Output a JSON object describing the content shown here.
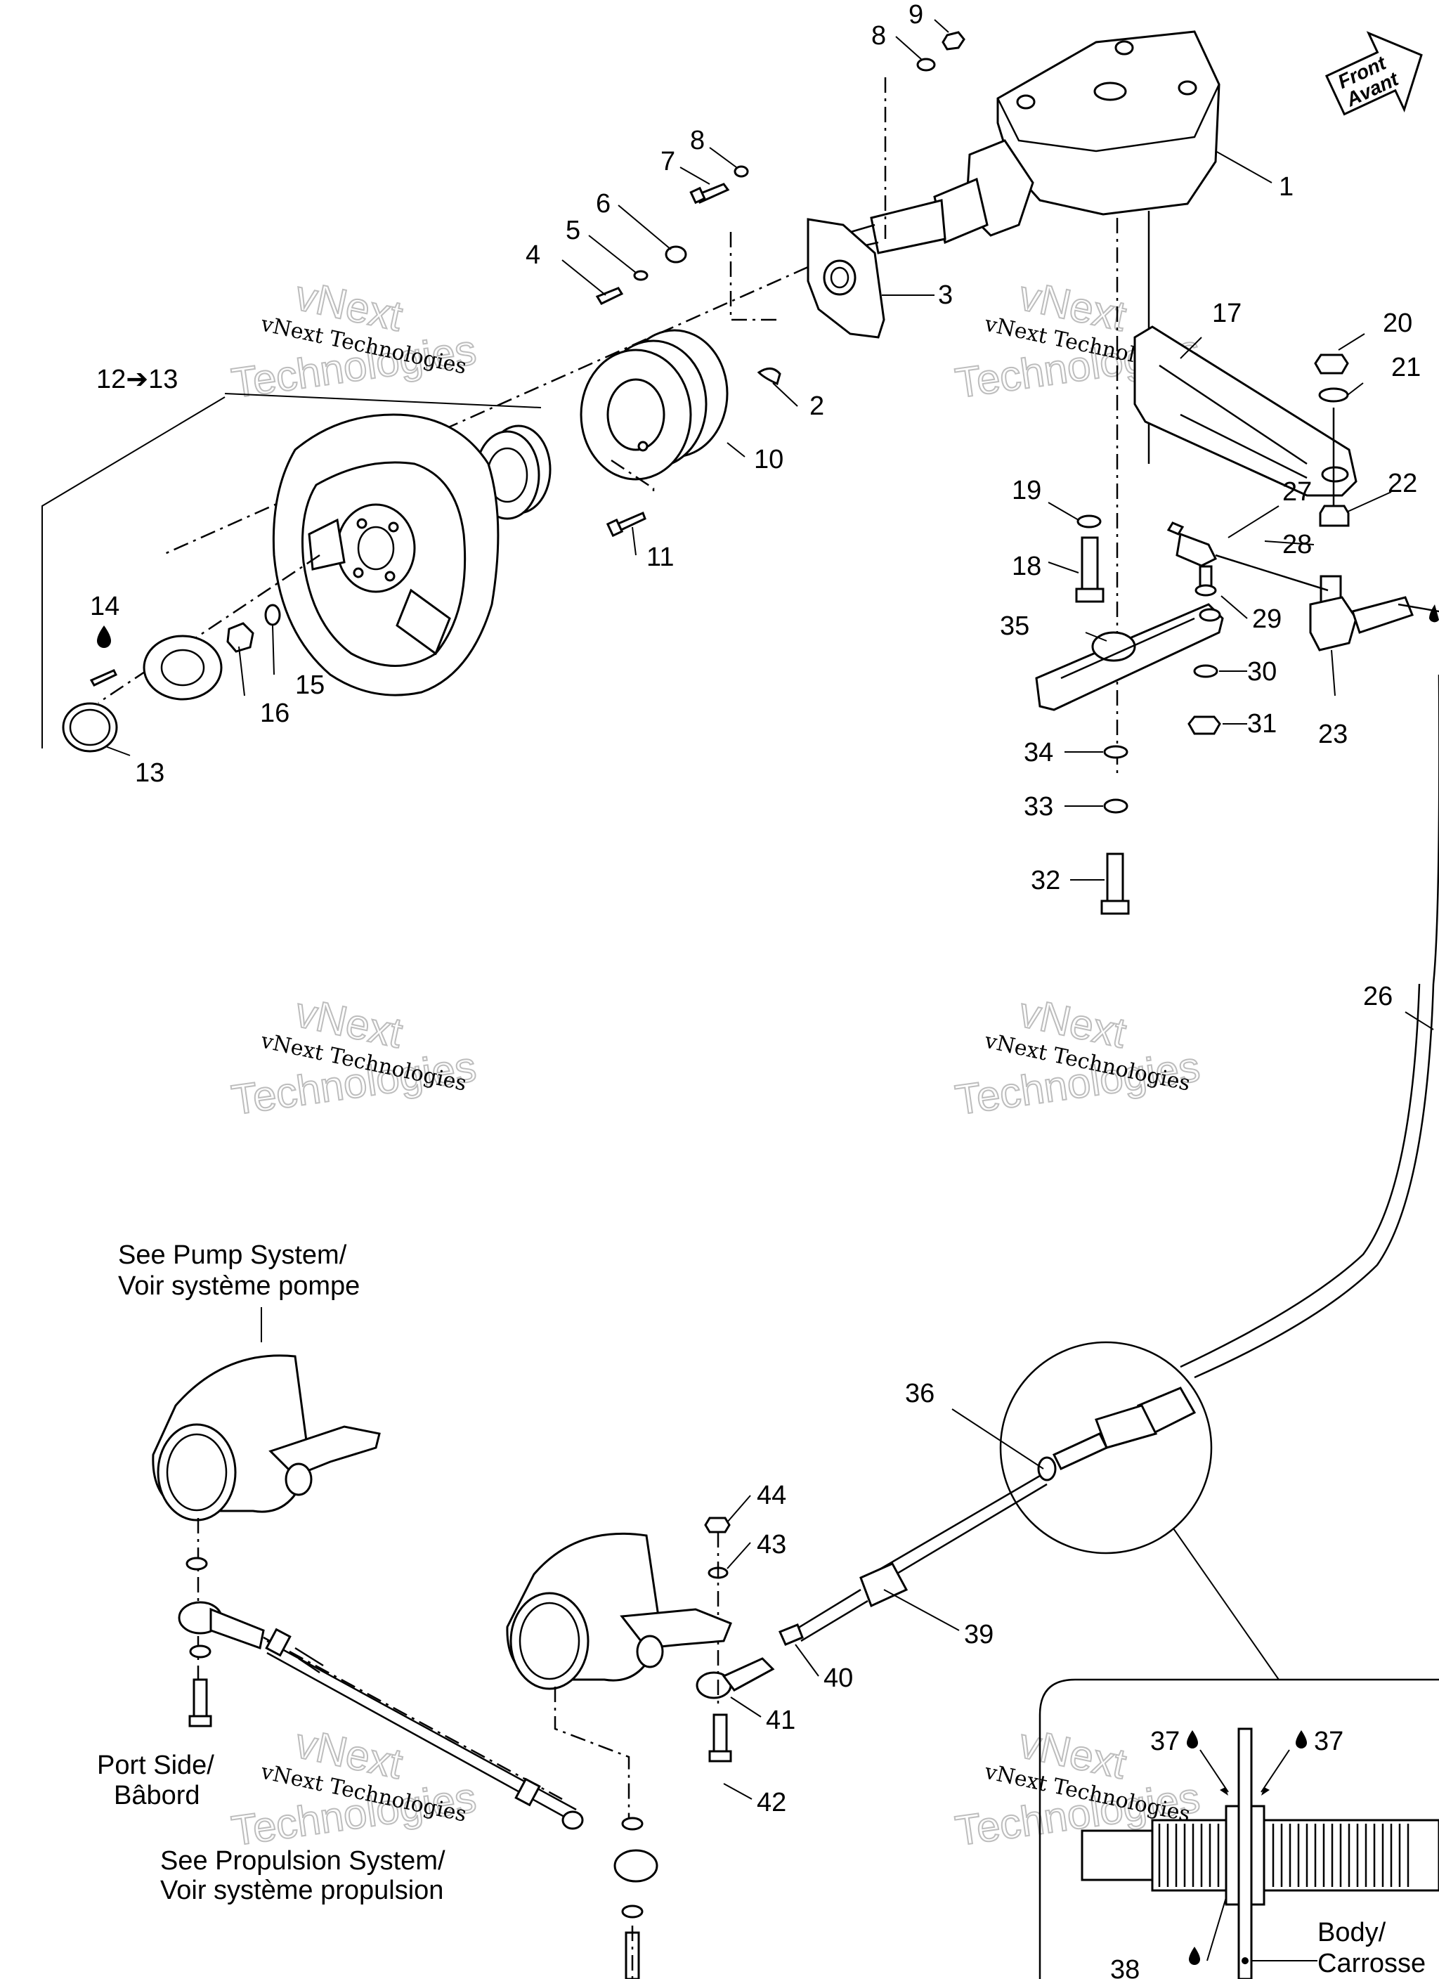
{
  "watermark": {
    "line1": "vNext Technologies",
    "line2": "vNext",
    "line3": "Technologies"
  },
  "front_badge": {
    "line1": "Front",
    "line2": "Avant"
  },
  "notes": {
    "pump_line1": "See Pump System/",
    "pump_line2": "Voir système pompe",
    "port_line1": "Port Side/",
    "port_line2": "Bâbord",
    "propulsion_line1": "See Propulsion System/",
    "propulsion_line2": "Voir système propulsion",
    "body_line1": "Body/",
    "body_line2": "Carrosse"
  },
  "labels": {
    "p1": "1",
    "p2": "2",
    "p3": "3",
    "p4": "4",
    "p5": "5",
    "p6": "6",
    "p7": "7",
    "p8a": "8",
    "p8b": "8",
    "p9": "9",
    "p10": "10",
    "p11": "11",
    "p12": "12➔13",
    "p13": "13",
    "p14": "14",
    "p15": "15",
    "p16": "16",
    "p17": "17",
    "p18": "18",
    "p19": "19",
    "p20": "20",
    "p21": "21",
    "p22": "22",
    "p23": "23",
    "p26": "26",
    "p27": "27",
    "p28": "28",
    "p29": "29",
    "p30": "30",
    "p31": "31",
    "p32": "32",
    "p33": "33",
    "p34": "34",
    "p35": "35",
    "p36": "36",
    "p37a": "37",
    "p37b": "37",
    "p38": "38",
    "p39": "39",
    "p40": "40",
    "p41": "41",
    "p42": "42",
    "p43": "43",
    "p44": "44"
  }
}
